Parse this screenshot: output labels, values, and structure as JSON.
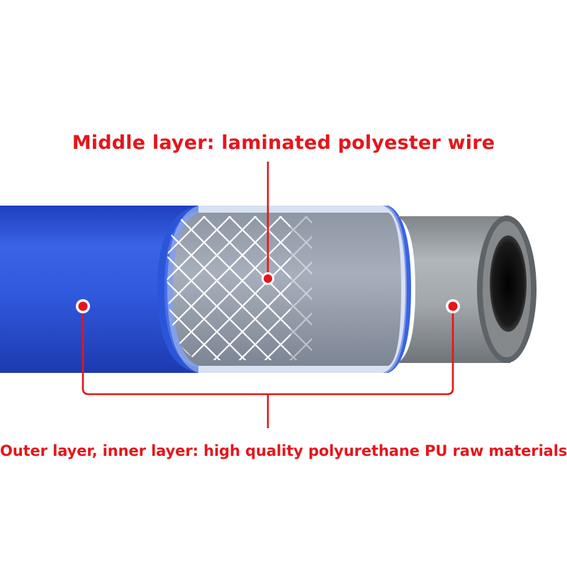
{
  "labels": {
    "middle": "Middle layer: laminated polyester wire",
    "bottom": "Outer layer, inner layer: high quality polyurethane PU raw materials"
  },
  "colors": {
    "label_red": "#e4161b",
    "outer_blue": "#2e57d6",
    "inner_gray": "#9aa0a6",
    "mesh_white": "#ffffff",
    "bore_dark": "#1c1c1c"
  },
  "icons": {
    "marker": "red-dot-with-white-ring"
  }
}
